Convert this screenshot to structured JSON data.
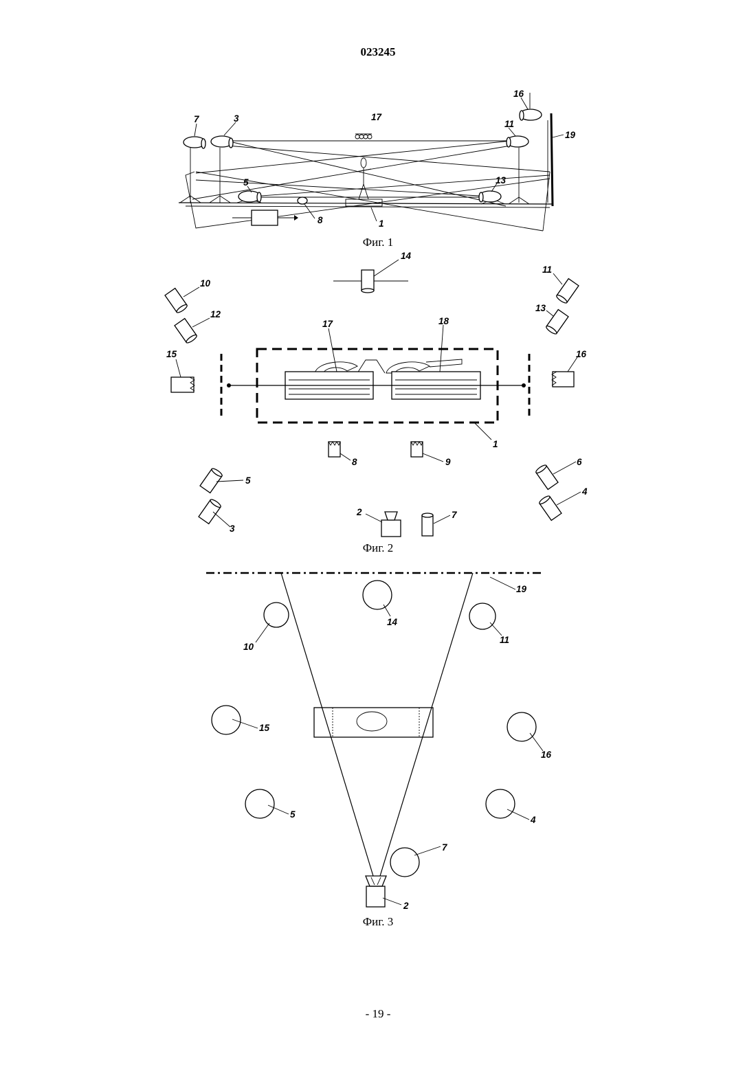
{
  "header": {
    "doc_number": "023245"
  },
  "footer": {
    "page": "- 19 -"
  },
  "figures": [
    {
      "caption": "Фиг. 1",
      "callouts": [
        "1",
        "3",
        "5",
        "7",
        "8",
        "11",
        "13",
        "16",
        "17",
        "19"
      ]
    },
    {
      "caption": "Фиг. 2",
      "callouts": [
        "1",
        "2",
        "3",
        "4",
        "5",
        "6",
        "7",
        "8",
        "9",
        "10",
        "11",
        "12",
        "13",
        "14",
        "15",
        "16",
        "17",
        "18"
      ]
    },
    {
      "caption": "Фиг. 3",
      "callouts": [
        "2",
        "4",
        "5",
        "7",
        "10",
        "11",
        "14",
        "15",
        "16",
        "19"
      ]
    }
  ]
}
